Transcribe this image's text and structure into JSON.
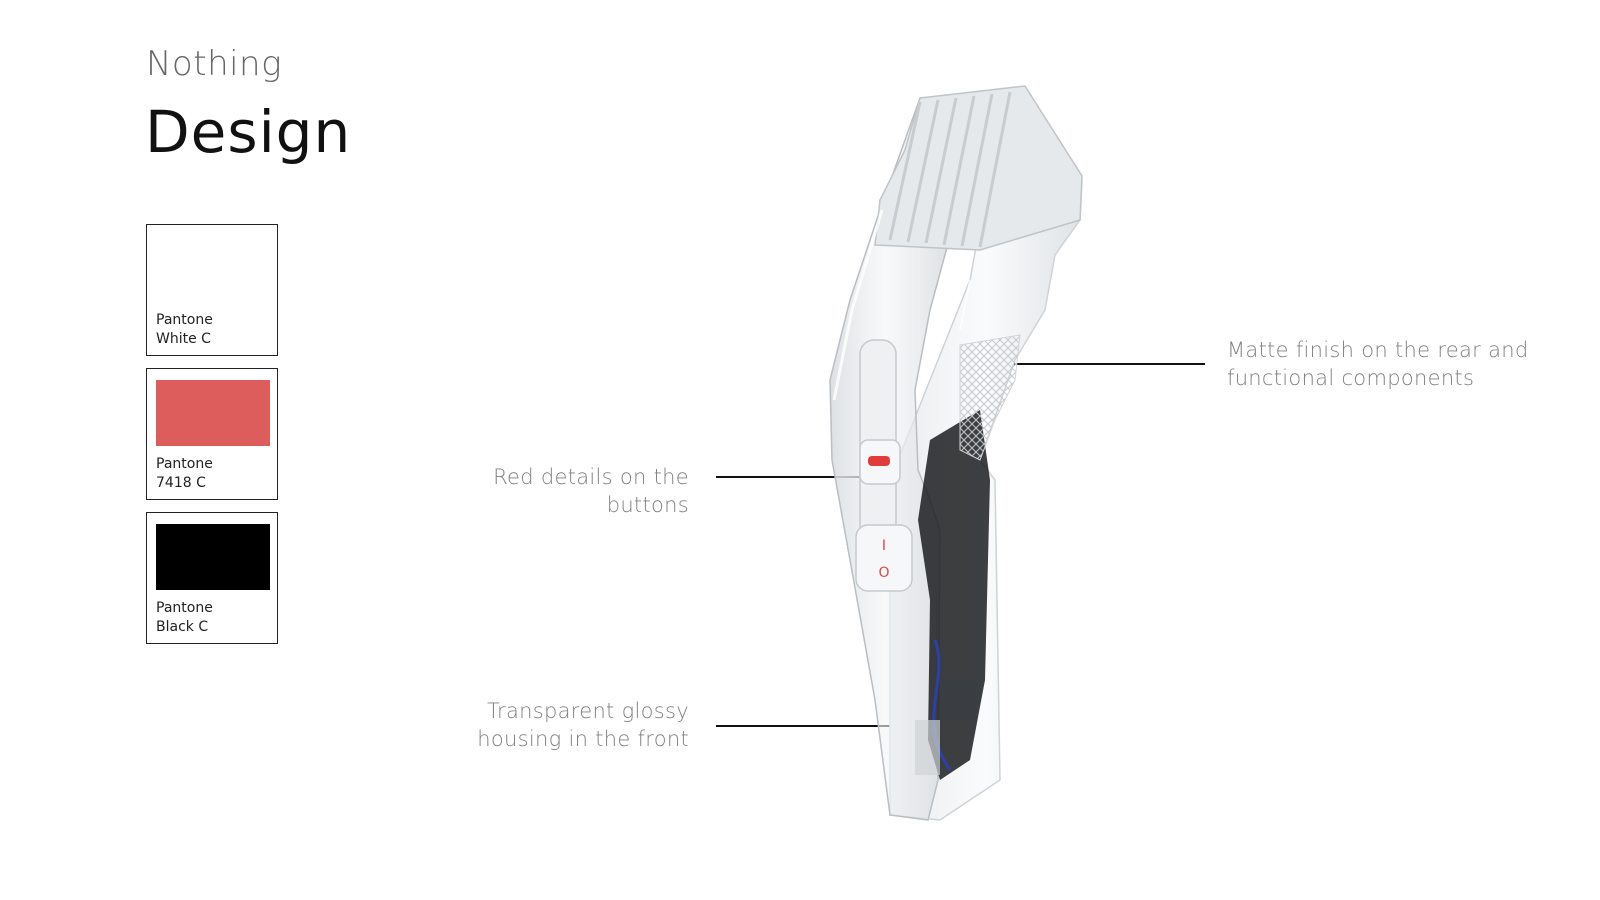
{
  "header": {
    "brand": "Nothing",
    "title": "Design"
  },
  "swatches": [
    {
      "line1": "Pantone",
      "line2": "White C",
      "color": "#ffffff"
    },
    {
      "line1": "Pantone",
      "line2": "7418 C",
      "color": "#dc5d5c"
    },
    {
      "line1": "Pantone",
      "line2": "Black C",
      "color": "#000000"
    }
  ],
  "callouts": {
    "matte": {
      "line1": "Matte finish on the rear and",
      "line2": "functional components"
    },
    "red": {
      "line1": "Red details on the buttons"
    },
    "transparent": {
      "line1": "Transparent glossy",
      "line2": "housing in the front"
    }
  },
  "product": {
    "name": "hair-clipper",
    "switch_marks": [
      "I",
      "O"
    ]
  }
}
